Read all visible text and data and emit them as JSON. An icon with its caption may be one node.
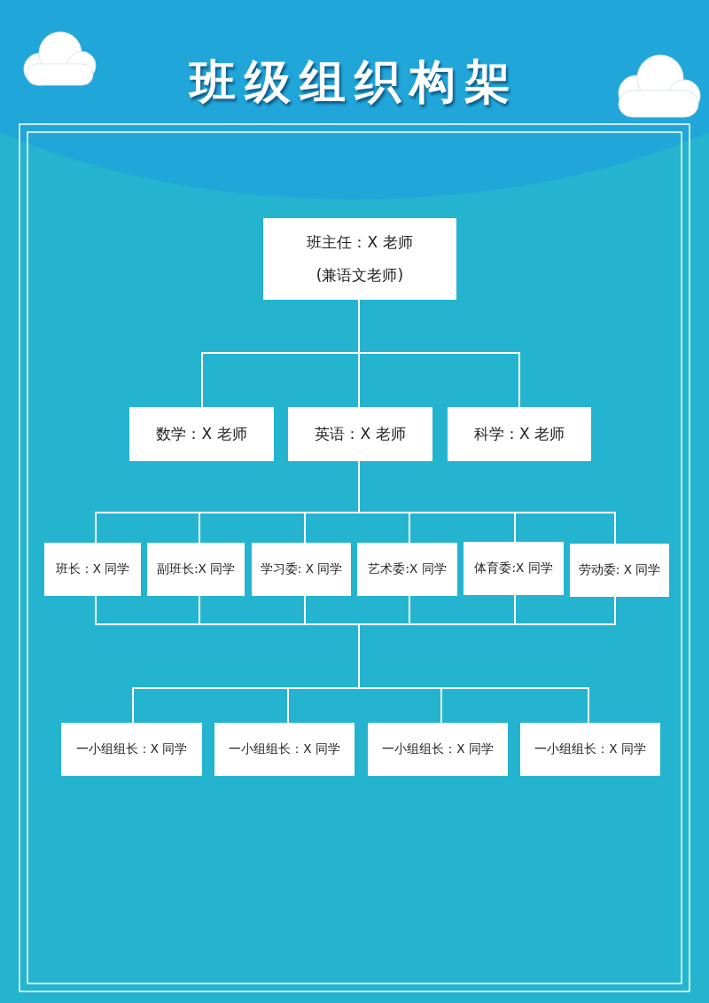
{
  "diagram": {
    "title": "班级组织构架",
    "nodes": [
      {
        "text": [
          "班主任：X 老师",
          "(兼语文老师)"
        ]
      },
      {
        "text": [
          "数学：X 老师"
        ]
      },
      {
        "text": [
          "英语：X 老师"
        ]
      },
      {
        "text": [
          "科学：X 老师"
        ]
      },
      {
        "text": [
          "班长：X 同学"
        ]
      },
      {
        "text": [
          "副班长:X 同学"
        ]
      },
      {
        "text": [
          "学习委: X 同学"
        ]
      },
      {
        "text": [
          "艺术委:X 同学"
        ]
      },
      {
        "text": [
          "体育委:X 同学"
        ]
      },
      {
        "text": [
          "劳动委: X 同学"
        ]
      },
      {
        "text": [
          "一小组组长：X 同学"
        ]
      },
      {
        "text": [
          "一小组组长：X 同学"
        ]
      },
      {
        "text": [
          "一小组组长：X 同学"
        ]
      },
      {
        "text": [
          "一小组组长：X 同学"
        ]
      }
    ],
    "edges": [
      {
        "from": 0,
        "to": 1,
        "arrow": "none"
      },
      {
        "from": 0,
        "to": 2,
        "arrow": "none"
      },
      {
        "from": 0,
        "to": 3,
        "arrow": "none"
      },
      {
        "from": 2,
        "to": 4,
        "arrow": "none"
      },
      {
        "from": 2,
        "to": 5,
        "arrow": "none"
      },
      {
        "from": 2,
        "to": 6,
        "arrow": "none"
      },
      {
        "from": 2,
        "to": 7,
        "arrow": "none"
      },
      {
        "from": 2,
        "to": 8,
        "arrow": "none"
      },
      {
        "from": 2,
        "to": 9,
        "arrow": "none"
      },
      {
        "from": 4,
        "to": 10,
        "arrow": "none"
      },
      {
        "from": 4,
        "to": 11,
        "arrow": "none"
      },
      {
        "from": 4,
        "to": 12,
        "arrow": "none"
      },
      {
        "from": 4,
        "to": 13,
        "arrow": "none"
      },
      {
        "from": 5,
        "to": 10,
        "arrow": "none"
      },
      {
        "from": 5,
        "to": 11,
        "arrow": "none"
      },
      {
        "from": 5,
        "to": 12,
        "arrow": "none"
      },
      {
        "from": 5,
        "to": 13,
        "arrow": "none"
      },
      {
        "from": 6,
        "to": 10,
        "arrow": "none"
      },
      {
        "from": 6,
        "to": 11,
        "arrow": "none"
      },
      {
        "from": 6,
        "to": 12,
        "arrow": "none"
      },
      {
        "from": 6,
        "to": 13,
        "arrow": "none"
      },
      {
        "from": 7,
        "to": 10,
        "arrow": "none"
      },
      {
        "from": 7,
        "to": 11,
        "arrow": "none"
      },
      {
        "from": 7,
        "to": 12,
        "arrow": "none"
      },
      {
        "from": 7,
        "to": 13,
        "arrow": "none"
      },
      {
        "from": 8,
        "to": 10,
        "arrow": "none"
      },
      {
        "from": 8,
        "to": 11,
        "arrow": "none"
      },
      {
        "from": 8,
        "to": 12,
        "arrow": "none"
      },
      {
        "from": 8,
        "to": 13,
        "arrow": "none"
      },
      {
        "from": 9,
        "to": 10,
        "arrow": "none"
      },
      {
        "from": 9,
        "to": 11,
        "arrow": "none"
      },
      {
        "from": 9,
        "to": 12,
        "arrow": "none"
      },
      {
        "from": 9,
        "to": 13,
        "arrow": "none"
      }
    ]
  }
}
